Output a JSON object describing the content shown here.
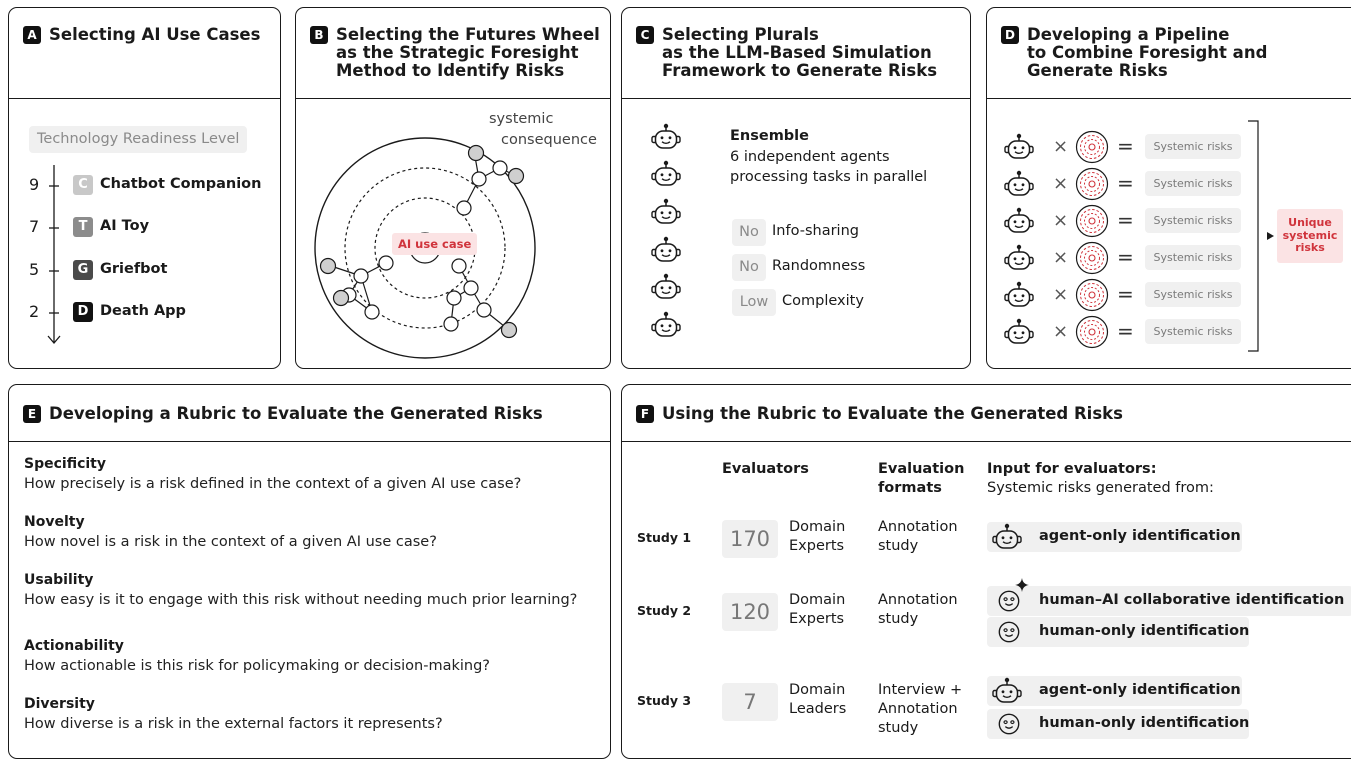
{
  "panel_a": {
    "tag": "A",
    "title": "Selecting AI Use Cases",
    "trl_label": "Technology Readiness Level",
    "items": [
      {
        "level": "9",
        "letter": "C",
        "name": "Chatbot Companion",
        "color": "#c8c8c8"
      },
      {
        "level": "7",
        "letter": "T",
        "name": "AI Toy",
        "color": "#8c8c8c"
      },
      {
        "level": "5",
        "letter": "G",
        "name": "Griefbot",
        "color": "#4a4a4a"
      },
      {
        "level": "2",
        "letter": "D",
        "name": "Death App",
        "color": "#111111"
      }
    ]
  },
  "panel_b": {
    "tag": "B",
    "title_lines": [
      "Selecting the Futures Wheel",
      "as the Strategic Foresight",
      "Method to Identify Risks"
    ],
    "systemic_label_1": "systemic",
    "systemic_label_2": "consequence",
    "center_label": "AI use case"
  },
  "panel_c": {
    "tag": "C",
    "title_lines": [
      "Selecting Plurals",
      "as the LLM-Based Simulation",
      "Framework to Generate Risks"
    ],
    "ensemble_title": "Ensemble",
    "ensemble_desc_1": "6 independent agents",
    "ensemble_desc_2": "processing tasks in parallel",
    "properties": [
      {
        "value": "No",
        "name": "Info-sharing"
      },
      {
        "value": "No",
        "name": "Randomness"
      },
      {
        "value": "Low",
        "name": "Complexity"
      }
    ]
  },
  "panel_d": {
    "tag": "D",
    "title_lines": [
      "Developing a Pipeline",
      "to Combine Foresight and",
      "Generate Risks"
    ],
    "rows": [
      {
        "times": "×",
        "equals": "=",
        "result": "Systemic risks"
      },
      {
        "times": "×",
        "equals": "=",
        "result": "Systemic risks"
      },
      {
        "times": "×",
        "equals": "=",
        "result": "Systemic risks"
      },
      {
        "times": "×",
        "equals": "=",
        "result": "Systemic risks"
      },
      {
        "times": "×",
        "equals": "=",
        "result": "Systemic risks"
      },
      {
        "times": "×",
        "equals": "=",
        "result": "Systemic risks"
      }
    ],
    "unique_lines": [
      "Unique",
      "systemic",
      "risks"
    ],
    "accent": "#d0343c"
  },
  "panel_e": {
    "tag": "E",
    "title": "Developing a Rubric to Evaluate the Generated Risks",
    "criteria": [
      {
        "name": "Specificity",
        "desc": "How precisely is a risk defined in the context of a given AI use case?"
      },
      {
        "name": "Novelty",
        "desc": "How novel is a risk in the context of a given AI use case?"
      },
      {
        "name": "Usability",
        "desc": "How easy is it to engage with this risk without needing much prior learning?"
      },
      {
        "name": "Actionability",
        "desc": "How actionable is this risk for policymaking or decision-making?"
      },
      {
        "name": "Diversity",
        "desc": "How diverse is a risk in the external factors it represents?"
      }
    ]
  },
  "panel_f": {
    "tag": "F",
    "title": "Using the Rubric to Evaluate the Generated Risks",
    "col_evaluators": "Evaluators",
    "col_formats_1": "Evaluation",
    "col_formats_2": "formats",
    "col_input_1": "Input for evaluators:",
    "col_input_2": "Systemic risks generated from:",
    "studies": [
      {
        "label": "Study 1",
        "count": "170",
        "eval_1": "Domain",
        "eval_2": "Experts",
        "format_1": "Annotation",
        "format_2": "study",
        "format_3": ""
      },
      {
        "label": "Study 2",
        "count": "120",
        "eval_1": "Domain",
        "eval_2": "Experts",
        "format_1": "Annotation",
        "format_2": "study",
        "format_3": ""
      },
      {
        "label": "Study 3",
        "count": "7",
        "eval_1": "Domain",
        "eval_2": "Leaders",
        "format_1": "Interview +",
        "format_2": "Annotation",
        "format_3": "study"
      }
    ],
    "inputs": {
      "agent_only": "agent-only identification",
      "human_ai": "human–AI collaborative identification",
      "human_only": "human-only identification"
    }
  }
}
